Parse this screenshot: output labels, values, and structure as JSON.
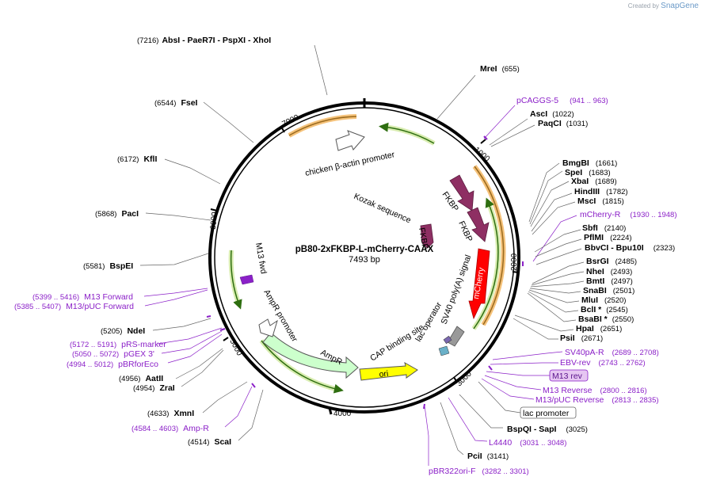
{
  "brand": {
    "prefix": "Created by",
    "name": "SnapGene"
  },
  "plasmid": {
    "name": "pB80-2xFKBP-L-mCherry-CAAX",
    "size": "7493 bp"
  },
  "ticks": [
    "1000",
    "2000",
    "3000",
    "4000",
    "5000",
    "6000",
    "7000"
  ],
  "features": {
    "chicken_actin": "chicken β-actin promoter",
    "kozak": "Kozak sequence",
    "fkbp1": "FKBP",
    "fkbp2": "FKBP",
    "fkbp3": "FKBP",
    "mcherry": "mCherry",
    "sv40": "SV40 poly(A) signal",
    "lac_op": "lac operator",
    "cap": "CAP binding site",
    "ori": "ori",
    "ampr": "AmpR",
    "ampr_prom": "AmpR promoter",
    "m13fwd": "M13 fwd"
  },
  "sites": {
    "absi": {
      "pos": "(7216)",
      "name": "AbsI  - PaeR7I   - PspXI   - XhoI"
    },
    "mrei": {
      "pos": "(655)",
      "name": "MreI"
    },
    "asci": {
      "pos": "(1022)",
      "name": "AscI"
    },
    "paqci": {
      "pos": "(1031)",
      "name": "PaqCI"
    },
    "bmgbi": {
      "pos": "(1661)",
      "name": "BmgBI"
    },
    "spei": {
      "pos": "(1683)",
      "name": "SpeI"
    },
    "xbai": {
      "pos": "(1689)",
      "name": "XbaI"
    },
    "hindiii": {
      "pos": "(1782)",
      "name": "HindIII"
    },
    "msci": {
      "pos": "(1815)",
      "name": "MscI"
    },
    "sbfi": {
      "pos": "(2140)",
      "name": "SbfI"
    },
    "pflmi": {
      "pos": "(2224)",
      "name": "PflMI"
    },
    "bbvci": {
      "pos": "(2323)",
      "name": "BbvCI   - Bpu10I"
    },
    "bsrgi": {
      "pos": "(2485)",
      "name": "BsrGI"
    },
    "nhei": {
      "pos": "(2493)",
      "name": "NheI"
    },
    "bmti": {
      "pos": "(2497)",
      "name": "BmtI"
    },
    "snabi": {
      "pos": "(2501)",
      "name": "SnaBI"
    },
    "mlui": {
      "pos": "(2520)",
      "name": "MluI"
    },
    "bcli": {
      "pos": "(2545)",
      "name": "BclI *"
    },
    "bsabi": {
      "pos": "(2550)",
      "name": "BsaBI *"
    },
    "hpai": {
      "pos": "(2651)",
      "name": "HpaI"
    },
    "psii": {
      "pos": "(2671)",
      "name": "PsiI"
    },
    "bspqi": {
      "pos": "(3025)",
      "name": "BspQI   - SapI"
    },
    "pcii": {
      "pos": "(3141)",
      "name": "PciI"
    },
    "scai": {
      "pos": "(4514)",
      "name": "ScaI"
    },
    "xmni": {
      "pos": "(4633)",
      "name": "XmnI"
    },
    "zrai": {
      "pos": "(4954)",
      "name": "ZraI"
    },
    "aatii": {
      "pos": "(4956)",
      "name": "AatII"
    },
    "ndei": {
      "pos": "(5205)",
      "name": "NdeI"
    },
    "bspei": {
      "pos": "(5581)",
      "name": "BspEI"
    },
    "paci": {
      "pos": "(5868)",
      "name": "PacI"
    },
    "kfli": {
      "pos": "(6172)",
      "name": "KflI"
    },
    "fsei": {
      "pos": "(6544)",
      "name": "FseI"
    }
  },
  "primers": {
    "pcaggs5": {
      "name": "pCAGGS-5",
      "pos": "(941 .. 963)"
    },
    "mcherryr": {
      "name": "mCherry-R",
      "pos": "(1930 .. 1948)"
    },
    "sv40par": {
      "name": "SV40pA-R",
      "pos": "(2689 .. 2708)"
    },
    "ebvrev": {
      "name": "EBV-rev",
      "pos": "(2743 .. 2762)"
    },
    "m13rev": {
      "name": "M13 rev"
    },
    "m13reverse": {
      "name": "M13 Reverse",
      "pos": "(2800 .. 2816)"
    },
    "m13pucrev": {
      "name": "M13/pUC Reverse",
      "pos": "(2813 .. 2835)"
    },
    "lacprom": {
      "name": "lac promoter"
    },
    "l4440": {
      "name": "L4440",
      "pos": "(3031 .. 3048)"
    },
    "pbr322": {
      "name": "pBR322ori-F",
      "pos": "(3282 .. 3301)"
    },
    "ampr": {
      "name": "Amp-R",
      "pos": "(4584 .. 4603)"
    },
    "pbrforeco": {
      "name": "pBRforEco",
      "pos": "(4994 .. 5012)"
    },
    "pgex3": {
      "name": "pGEX 3'",
      "pos": "(5050 .. 5072)"
    },
    "prsmarker": {
      "name": "pRS-marker",
      "pos": "(5172 .. 5191)"
    },
    "m13pucfwd": {
      "name": "M13/pUC Forward",
      "pos": "(5385 .. 5407)"
    },
    "m13forward": {
      "name": "M13 Forward",
      "pos": "(5399 .. 5416)"
    }
  },
  "colors": {
    "promoter_arrow": "#ffffff",
    "fkbp": "#8e2f63",
    "mcherry": "#ff0000",
    "ori": "#ffff00",
    "ampr": "#ccffcc",
    "primer": "#8b20c8",
    "cds_band": "#f5c27a",
    "inner_band": "#d8ecb0"
  }
}
